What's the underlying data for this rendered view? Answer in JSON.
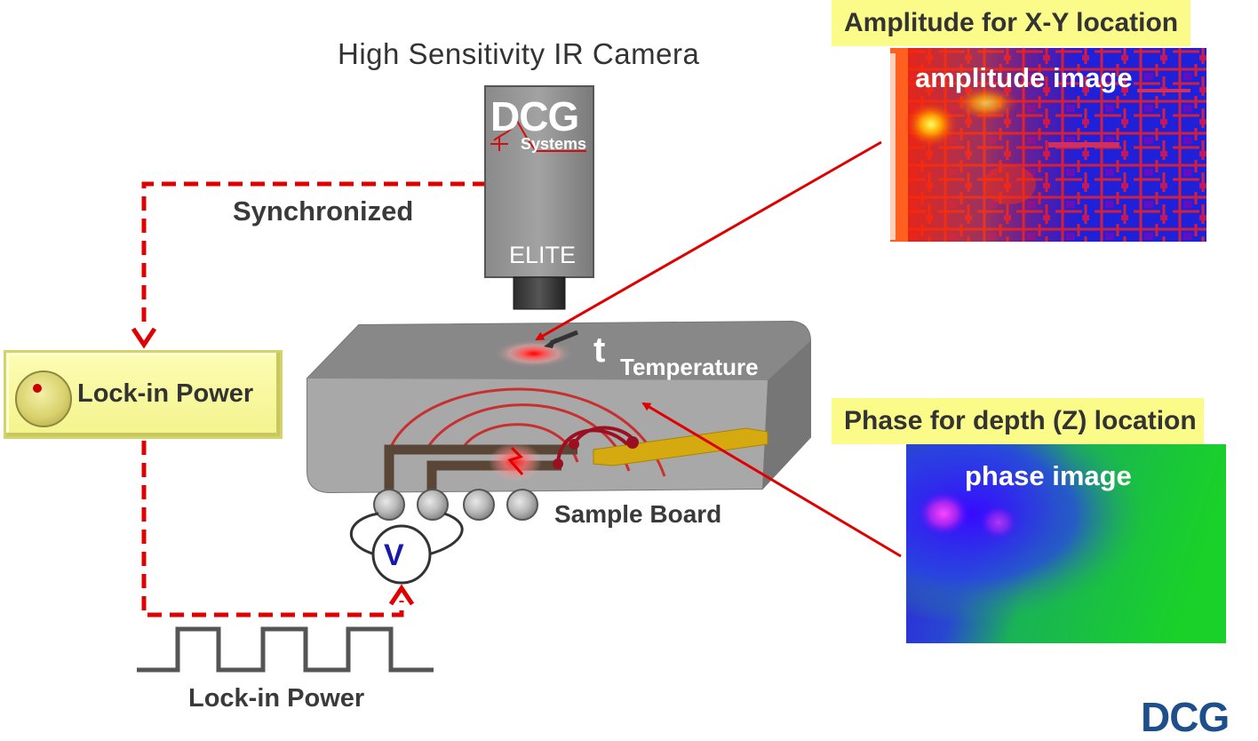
{
  "camera": {
    "title": "High Sensitivity IR Camera",
    "brand": "DCG",
    "brand_sub": "Systems",
    "model": "ELITE"
  },
  "sync_label": "Synchronized",
  "lockin_box_label": "Lock-in Power",
  "lockin_waveform_label": "Lock-in Power",
  "sample": {
    "label": "Sample Board",
    "temp_symbol": "t",
    "temp_label": "Temperature",
    "voltmeter": "V"
  },
  "amplitude": {
    "callout": "Amplitude for X-Y location",
    "image_label": "amplitude image"
  },
  "phase": {
    "callout": "Phase for depth (Z) location",
    "image_label": "phase image"
  },
  "logo": "DCG",
  "colors": {
    "signal_red": "#e00000",
    "callout_yellow": "#fbfb8a",
    "logo_blue": "#1d4f8c",
    "lockin_yellow": "#f5f590"
  }
}
